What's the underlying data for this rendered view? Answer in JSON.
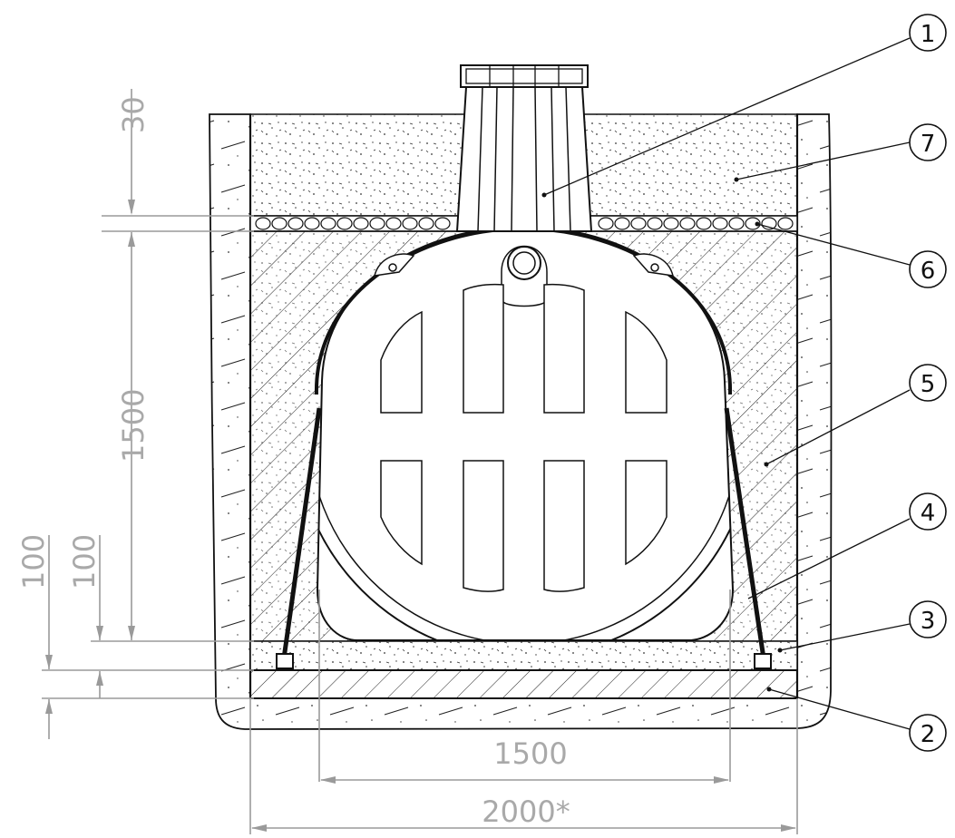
{
  "dimensions": {
    "top_layer": "30",
    "tank_height": "1500",
    "sand_bed": "100",
    "base_slab": "100",
    "tank_width": "1500",
    "pit_width": "2000*"
  },
  "callouts": [
    {
      "id": "1"
    },
    {
      "id": "2"
    },
    {
      "id": "3"
    },
    {
      "id": "4"
    },
    {
      "id": "5"
    },
    {
      "id": "6"
    },
    {
      "id": "7"
    }
  ]
}
